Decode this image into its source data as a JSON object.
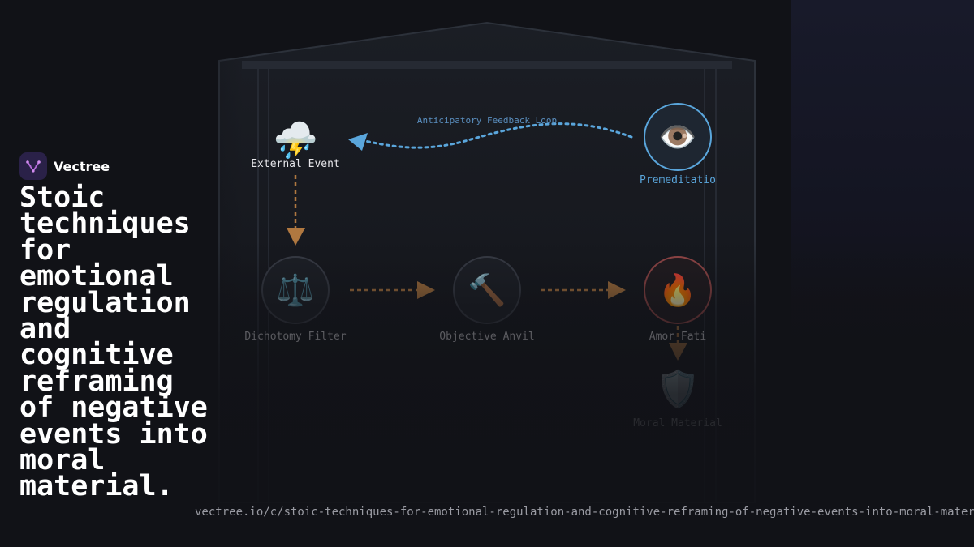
{
  "brand": {
    "name": "Vectree"
  },
  "headline": "Stoic techniques for emotional regulation and cognitive reframing of negative events into moral material.",
  "url": "vectree.io/c/stoic-techniques-for-emotional-regulation-and-cognitive-reframing-of-negative-events-into-moral-material",
  "diagram": {
    "loop_label": "Anticipatory Feedback Loop",
    "nodes": [
      {
        "id": "external-event",
        "label": "External Event",
        "icon": "storm-cloud-icon",
        "glyph": "⛈️"
      },
      {
        "id": "premeditatio",
        "label": "Premeditatio",
        "icon": "eye-icon",
        "glyph": "👁️"
      },
      {
        "id": "dichotomy-filter",
        "label": "Dichotomy Filter",
        "icon": "scales-icon",
        "glyph": "⚖️"
      },
      {
        "id": "objective-anvil",
        "label": "Objective Anvil",
        "icon": "hammer-icon",
        "glyph": "🔨"
      },
      {
        "id": "amor-fati",
        "label": "Amor Fati",
        "icon": "fire-icon",
        "glyph": "🔥"
      },
      {
        "id": "moral-material",
        "label": "Moral Material",
        "icon": "shield-icon",
        "glyph": "🛡️"
      }
    ]
  },
  "colors": {
    "background": "#111217",
    "loop": "#5aa6dc",
    "flow": "#b07840",
    "amor_fati_ring": "#9c4a4a",
    "brand_logo": "#2a2148"
  }
}
